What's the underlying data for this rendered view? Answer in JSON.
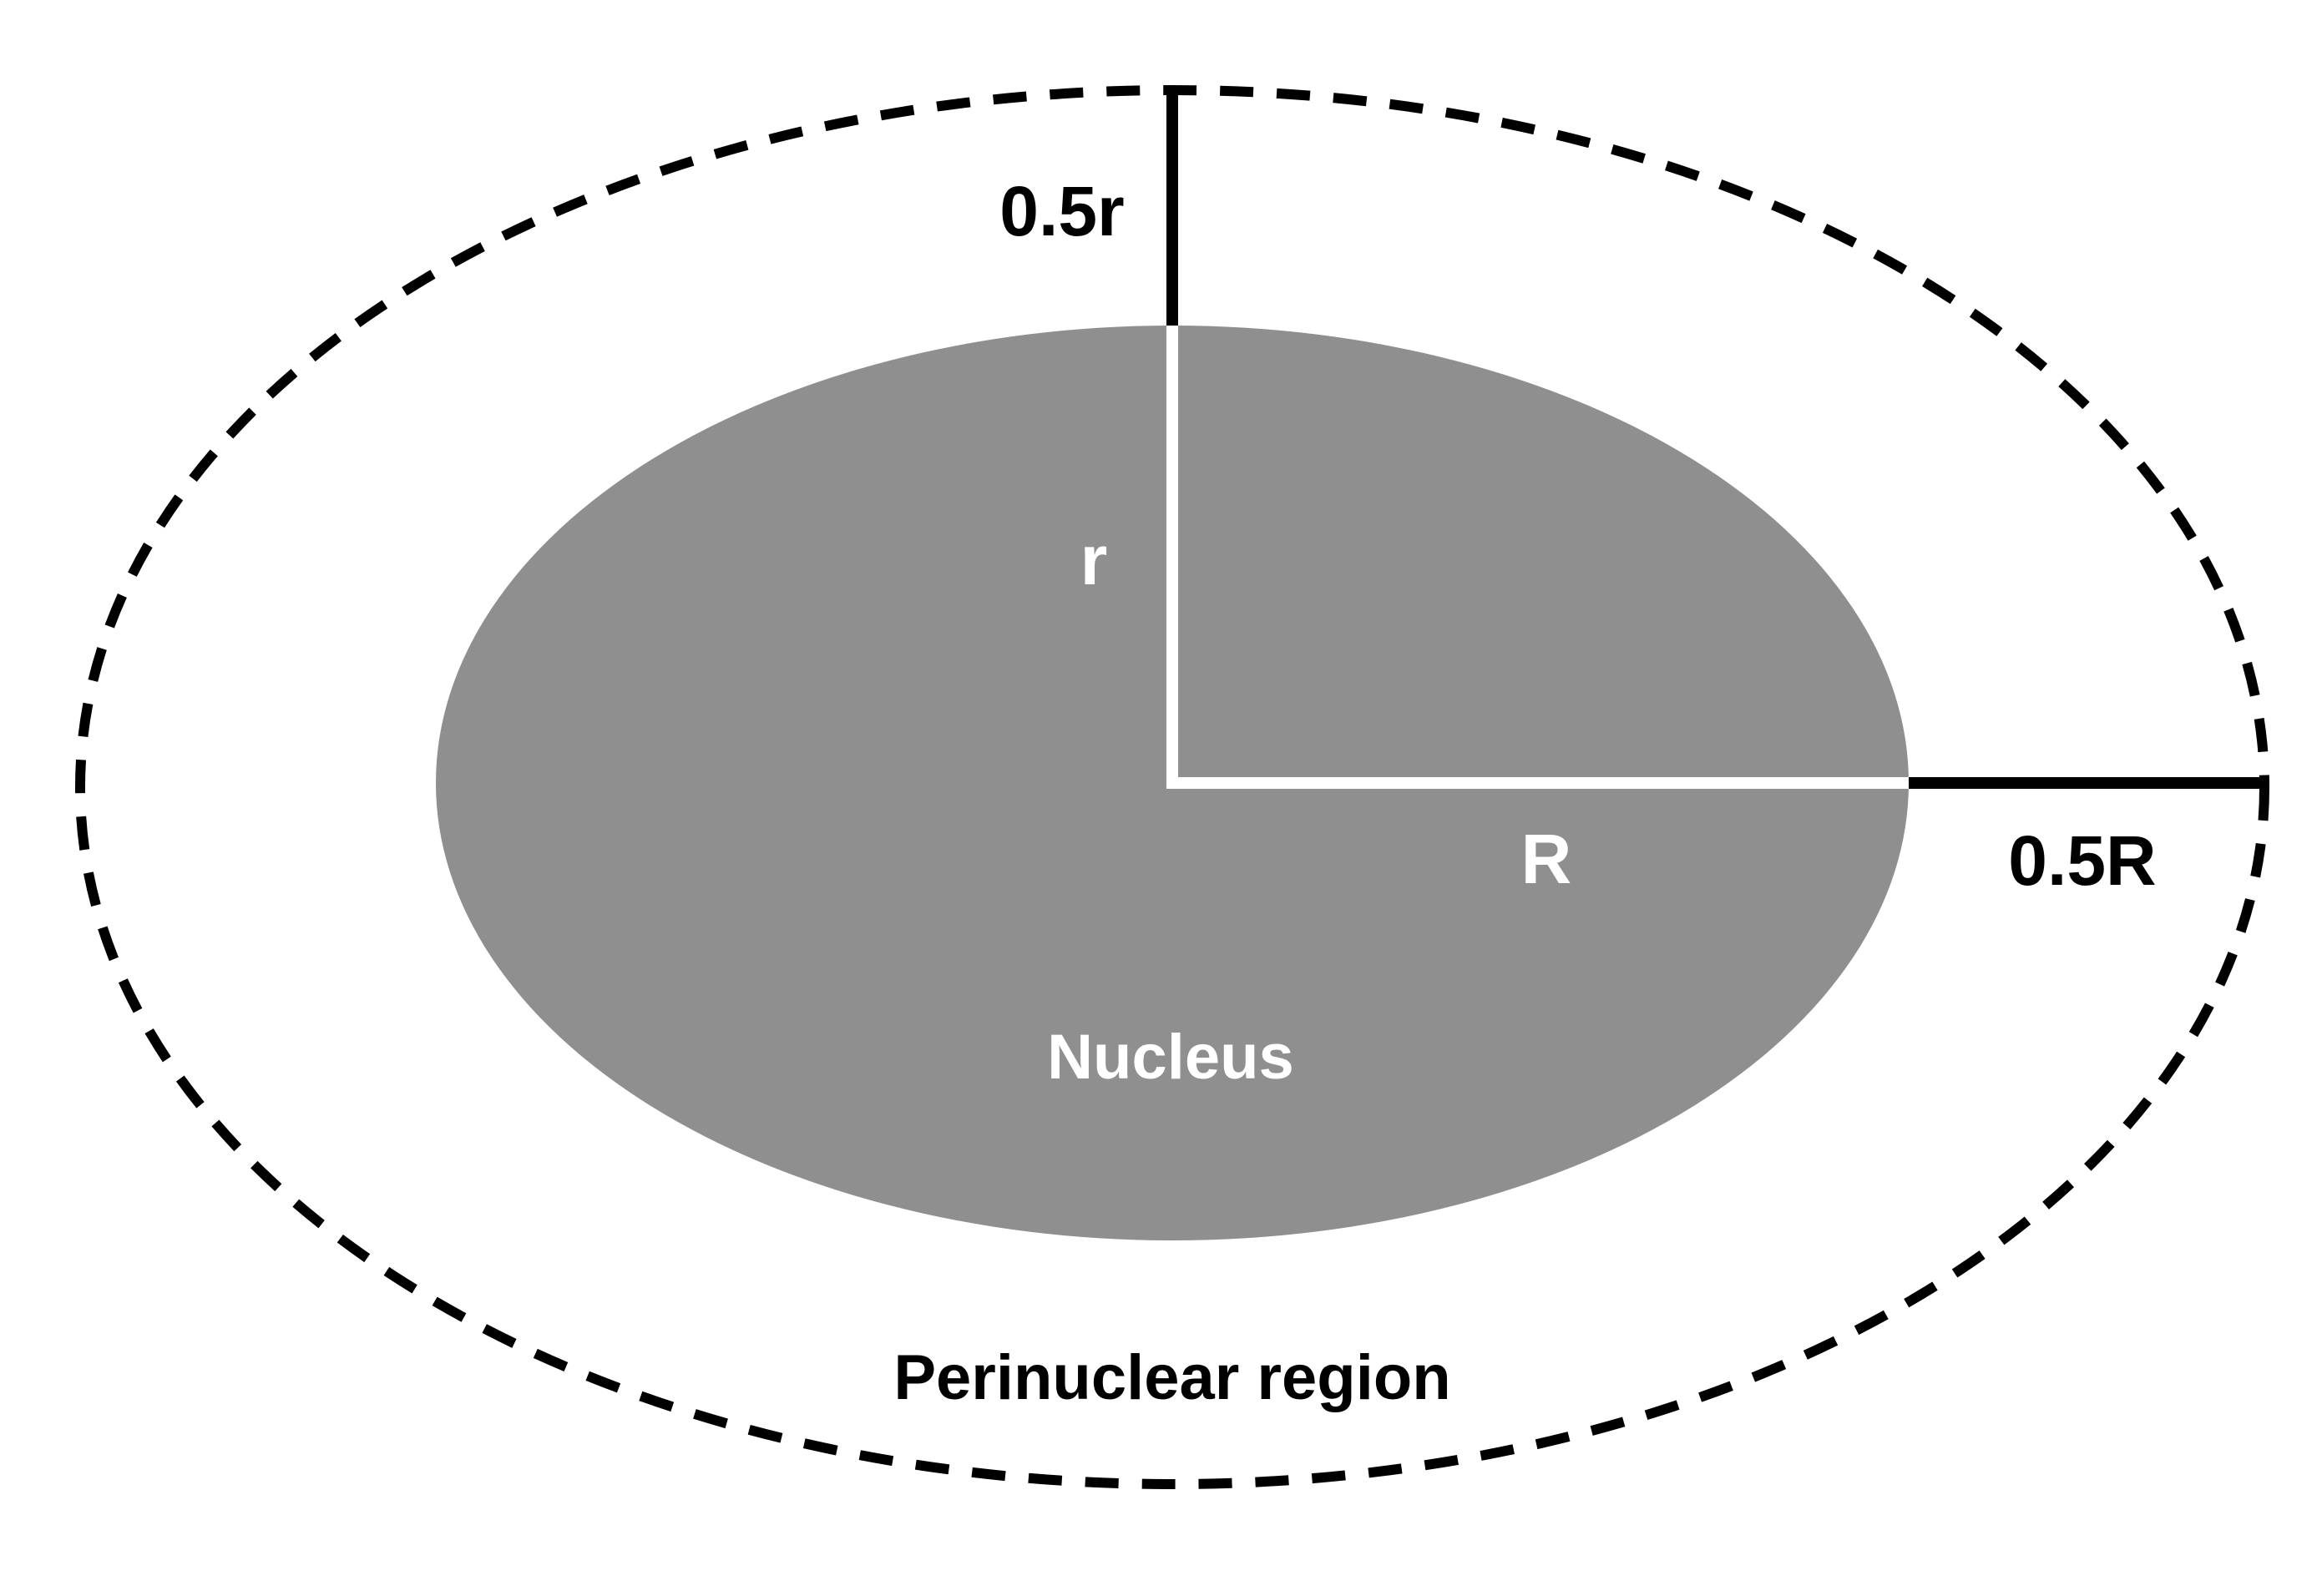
{
  "diagram": {
    "labels": {
      "outer_r": "0.5r",
      "inner_r": "r",
      "inner_R": "R",
      "outer_R": "0.5R",
      "nucleus": "Nucleus",
      "perinuclear": "Perinuclear region"
    },
    "colors": {
      "nucleus_fill": "#8f8f8f",
      "nucleus_text": "#ffffff",
      "outline": "#000000",
      "background": "#ffffff"
    }
  }
}
